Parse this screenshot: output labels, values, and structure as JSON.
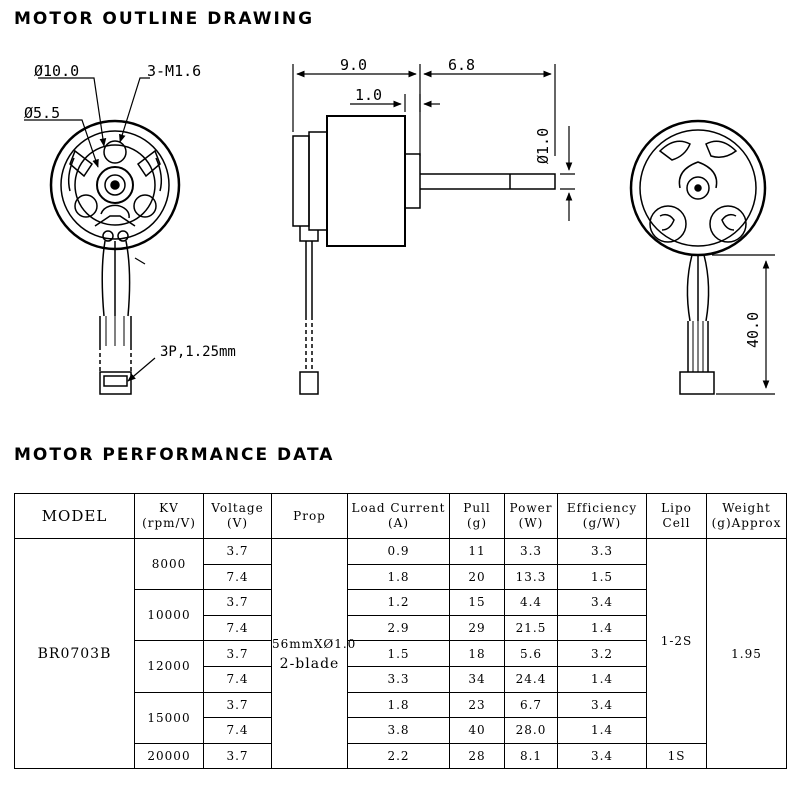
{
  "outline": {
    "heading": "MOTOR OUTLINE DRAWING",
    "labels": {
      "dia_outer": "Ø10.0",
      "mount_holes": "3-M1.6",
      "dia_hub": "Ø5.5",
      "connector": "3P,1.25mm",
      "body_length": "9.0",
      "shaft_length": "6.8",
      "flange": "1.0",
      "shaft_dia": "Ø1.0",
      "lead_length": "40.0"
    }
  },
  "performance": {
    "heading": "MOTOR PERFORMANCE DATA",
    "headers": {
      "model": "MODEL",
      "kv_1": "KV",
      "kv_2": "(rpm/V)",
      "voltage_1": "Voltage",
      "voltage_2": "(V)",
      "prop": "Prop",
      "current_1": "Load Current",
      "current_2": "(A)",
      "pull_1": "Pull",
      "pull_2": "(g)",
      "power_1": "Power",
      "power_2": "(W)",
      "eff_1": "Efficiency",
      "eff_2": "(g/W)",
      "lipo_1": "Lipo",
      "lipo_2": "Cell",
      "weight_1": "Weight",
      "weight_2": "(g)Approx"
    },
    "model": "BR0703B",
    "prop_1": "56mmXØ1.0",
    "prop_2": "2-blade",
    "lipo_main": "1-2S",
    "lipo_last": "1S",
    "weight": "1.95",
    "kv_groups": [
      "8000",
      "10000",
      "12000",
      "15000",
      "20000"
    ],
    "rows": [
      {
        "voltage": "3.7",
        "current": "0.9",
        "pull": "11",
        "power": "3.3",
        "efficiency": "3.3"
      },
      {
        "voltage": "7.4",
        "current": "1.8",
        "pull": "20",
        "power": "13.3",
        "efficiency": "1.5"
      },
      {
        "voltage": "3.7",
        "current": "1.2",
        "pull": "15",
        "power": "4.4",
        "efficiency": "3.4"
      },
      {
        "voltage": "7.4",
        "current": "2.9",
        "pull": "29",
        "power": "21.5",
        "efficiency": "1.4"
      },
      {
        "voltage": "3.7",
        "current": "1.5",
        "pull": "18",
        "power": "5.6",
        "efficiency": "3.2"
      },
      {
        "voltage": "7.4",
        "current": "3.3",
        "pull": "34",
        "power": "24.4",
        "efficiency": "1.4"
      },
      {
        "voltage": "3.7",
        "current": "1.8",
        "pull": "23",
        "power": "6.7",
        "efficiency": "3.4"
      },
      {
        "voltage": "7.4",
        "current": "3.8",
        "pull": "40",
        "power": "28.0",
        "efficiency": "1.4"
      },
      {
        "voltage": "3.7",
        "current": "2.2",
        "pull": "28",
        "power": "8.1",
        "efficiency": "3.4"
      }
    ]
  }
}
